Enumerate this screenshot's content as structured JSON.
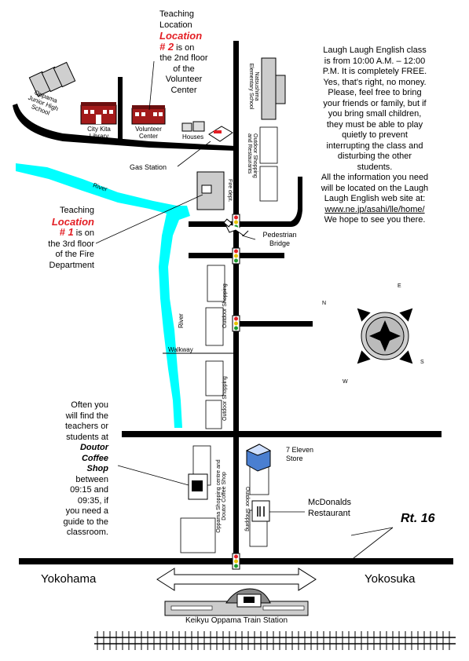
{
  "locations": {
    "location2": {
      "line1": "Teaching",
      "line2": "Location",
      "highlight1": "Location",
      "highlight2": "# 2",
      "rest": [
        "is on",
        "the 2nd floor",
        "of the",
        "Volunteer",
        "Center"
      ]
    },
    "location1": {
      "line1": "Teaching",
      "highlight1": "Location",
      "highlight2": "# 1",
      "rest": [
        "is on",
        "the 3rd floor",
        "of the Fire",
        "Department"
      ]
    },
    "doutor": {
      "lines": [
        "Often you",
        "will find the",
        "teachers or",
        "students at"
      ],
      "bold": [
        "Doutor",
        "Coffee",
        "Shop"
      ],
      "after": [
        "between",
        "09:15 and",
        "09:35, if",
        "you need a",
        "guide to the",
        "classroom."
      ]
    }
  },
  "info": {
    "lines": [
      "Laugh Laugh English class",
      "is from 10:00 A.M. – 12:00",
      "P.M. It is completely FREE.",
      "Yes, that's right, no money.",
      "Please, feel free to bring",
      "your friends or family, but if",
      "you bring small children,",
      "they must be able to play",
      "quietly to prevent",
      "interrupting the class and",
      "disturbing the other",
      "students.",
      "All the information you need",
      "will be located on the Laugh",
      "Laugh English web site at:",
      "www.ne.jp/asahi/lle/home/",
      "We hope to see you there."
    ]
  },
  "places": {
    "school": "Oppama Junior High School",
    "library": "City Kita Library",
    "volunteer": "Volunteer Center",
    "houses": "Houses",
    "gas": "Gas Station",
    "elementary": "Natsushima Elementary School",
    "shopping_rest": "Outdoor Shopping and Restaurants",
    "fire": "Fire dept.",
    "bridge": "Pedestrian Bridge",
    "outdoor1": "Outdoor Shopping",
    "outdoor2": "Outdoor Shopping",
    "outdoor3": "Outdoor Shopping",
    "walkway": "Walkway",
    "river1": "River",
    "river2": "River",
    "seven": "7 Eleven Store",
    "mcd": "McDonalds Restaurant",
    "oppama_centre": "Oppama Shopping centre and Doutor Coffee Shop",
    "route": "Rt. 16",
    "yokohama": "Yokohama",
    "yokosuka": "Yokosuka",
    "station": "Keikyu Oppama Train Station"
  },
  "compass": {
    "n": "N",
    "e": "E",
    "s": "S",
    "w": "W"
  },
  "colors": {
    "river": "#00ffff",
    "road": "#000000",
    "accent": "#e31e24",
    "library": "#a31a1a"
  }
}
